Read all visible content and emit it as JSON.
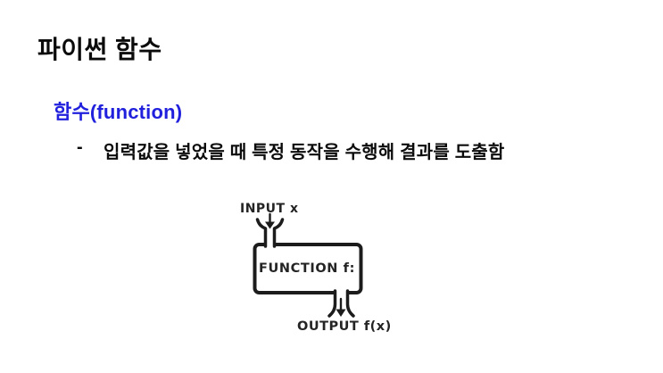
{
  "slide": {
    "title": "파이썬 함수",
    "heading": "함수(function)",
    "bullet": {
      "marker": "-",
      "text": "입력값을 넣었을 때 특정 동작을 수행해 결과를 도출함"
    },
    "colors": {
      "background": "#ffffff",
      "title_ink": "#0b0b0b",
      "heading_blue": "#2020dd",
      "diagram_ink": "#1c1c1c"
    }
  },
  "diagram": {
    "input_label": "INPUT x",
    "box_label": "FUNCTION f:",
    "output_label": "OUTPUT f(x)"
  }
}
